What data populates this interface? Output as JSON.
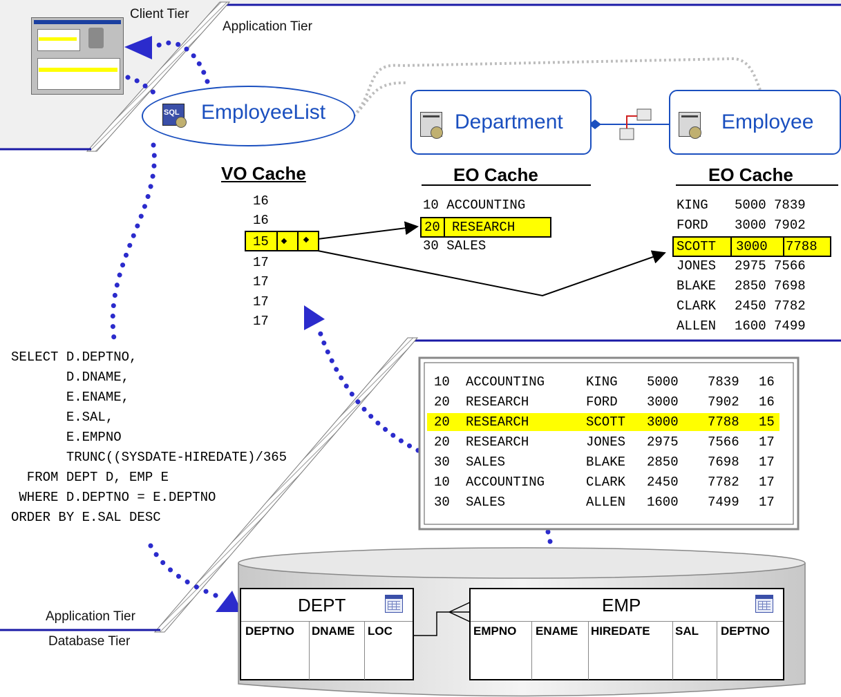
{
  "tiers": {
    "client": "Client Tier",
    "application_top": "Application Tier",
    "application_bottom": "Application Tier",
    "database": "Database Tier"
  },
  "entities": {
    "view_object": "EmployeeList",
    "department": "Department",
    "employee": "Employee",
    "sql_icon_text": "SQL"
  },
  "caches": {
    "vo_title": "VO Cache",
    "dept_eo_title": "EO Cache",
    "emp_eo_title": "EO Cache"
  },
  "vo_cache_values": [
    "16",
    "16",
    "15",
    "17",
    "17",
    "17",
    "17"
  ],
  "dept_cache_rows": [
    {
      "deptno": "10",
      "dname": "ACCOUNTING"
    },
    {
      "deptno": "20",
      "dname": "RESEARCH"
    },
    {
      "deptno": "30",
      "dname": "SALES"
    }
  ],
  "emp_cache_rows": [
    {
      "ename": "KING",
      "sal": "5000",
      "empno": "7839"
    },
    {
      "ename": "FORD",
      "sal": "3000",
      "empno": "7902"
    },
    {
      "ename": "SCOTT",
      "sal": "3000",
      "empno": "7788"
    },
    {
      "ename": "JONES",
      "sal": "2975",
      "empno": "7566"
    },
    {
      "ename": "BLAKE",
      "sal": "2850",
      "empno": "7698"
    },
    {
      "ename": "CLARK",
      "sal": "2450",
      "empno": "7782"
    },
    {
      "ename": "ALLEN",
      "sal": "1600",
      "empno": "7499"
    }
  ],
  "result_rows": [
    {
      "deptno": "10",
      "dname": "ACCOUNTING",
      "ename": "KING",
      "sal": "5000",
      "empno": "7839",
      "years": "16"
    },
    {
      "deptno": "20",
      "dname": "RESEARCH",
      "ename": "FORD",
      "sal": "3000",
      "empno": "7902",
      "years": "16"
    },
    {
      "deptno": "20",
      "dname": "RESEARCH",
      "ename": "SCOTT",
      "sal": "3000",
      "empno": "7788",
      "years": "15"
    },
    {
      "deptno": "20",
      "dname": "RESEARCH",
      "ename": "JONES",
      "sal": "2975",
      "empno": "7566",
      "years": "17"
    },
    {
      "deptno": "30",
      "dname": "SALES",
      "ename": "BLAKE",
      "sal": "2850",
      "empno": "7698",
      "years": "17"
    },
    {
      "deptno": "10",
      "dname": "ACCOUNTING",
      "ename": "CLARK",
      "sal": "2450",
      "empno": "7782",
      "years": "17"
    },
    {
      "deptno": "30",
      "dname": "SALES",
      "ename": "ALLEN",
      "sal": "1600",
      "empno": "7499",
      "years": "17"
    }
  ],
  "highlight_row_index": 2,
  "sql_lines": [
    "SELECT D.DEPTNO,",
    "       D.DNAME,",
    "       E.ENAME,",
    "       E.SAL,",
    "       E.EMPNO",
    "       TRUNC((SYSDATE-HIREDATE)/365",
    "  FROM DEPT D, EMP E",
    " WHERE D.DEPTNO = E.DEPTNO",
    "ORDER BY E.SAL DESC"
  ],
  "db_tables": {
    "dept": {
      "name": "DEPT",
      "columns": [
        "DEPTNO",
        "DNAME",
        "LOC"
      ]
    },
    "emp": {
      "name": "EMP",
      "columns": [
        "EMPNO",
        "ENAME",
        "HIREDATE",
        "SAL",
        "DEPTNO"
      ]
    }
  },
  "colors": {
    "highlight": "#ffff00",
    "tier_line": "#1a1aa6",
    "dots": "#2b2bcc",
    "entity_text": "#1a4fbf"
  }
}
